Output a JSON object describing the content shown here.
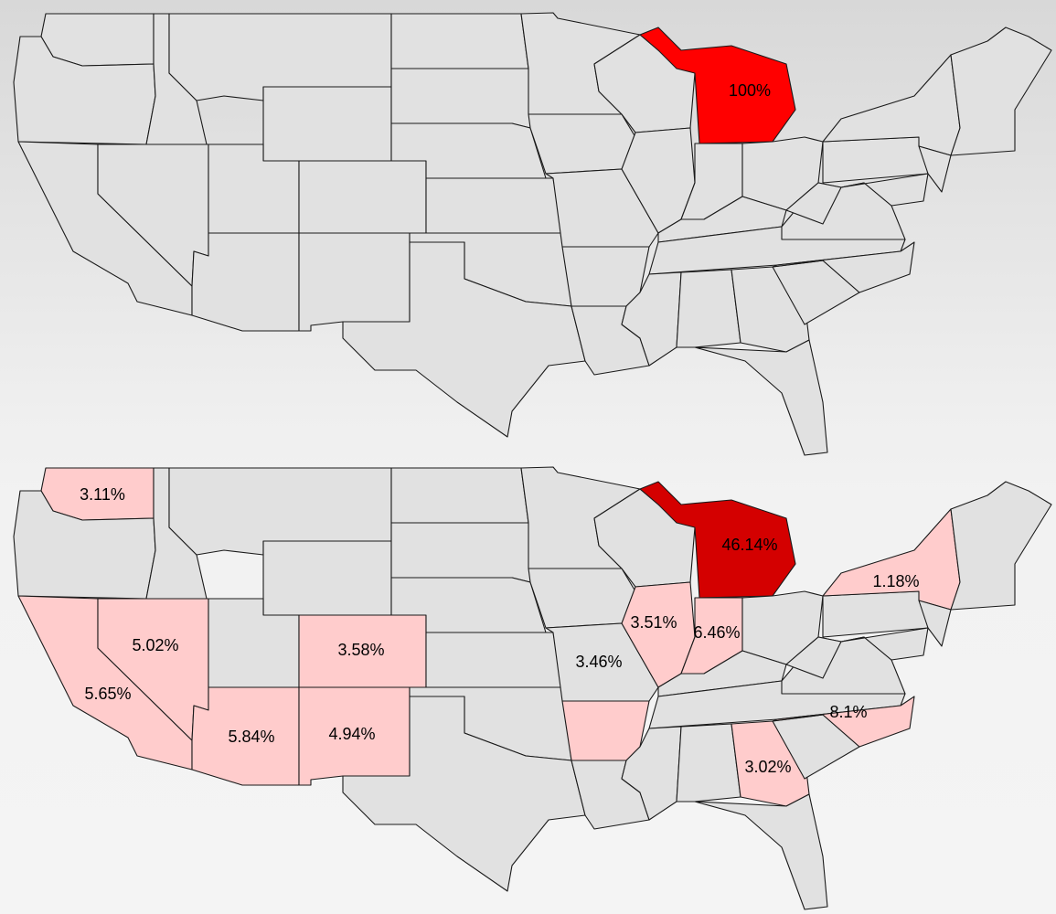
{
  "maps": [
    {
      "id": "top",
      "regions": [
        {
          "state": "Michigan",
          "label": "100%",
          "value": 100,
          "color": "#ff0000"
        }
      ]
    },
    {
      "id": "bottom",
      "regions": [
        {
          "state": "Michigan",
          "label": "46.14%",
          "value": 46.14,
          "color": "#d40000"
        },
        {
          "state": "North Carolina",
          "label": "8.1%",
          "value": 8.1,
          "color": "#ffcccc"
        },
        {
          "state": "Indiana",
          "label": "6.46%",
          "value": 6.46,
          "color": "#ffcccc"
        },
        {
          "state": "Arizona",
          "label": "5.84%",
          "value": 5.84,
          "color": "#ffcccc"
        },
        {
          "state": "California",
          "label": "5.65%",
          "value": 5.65,
          "color": "#ffcccc"
        },
        {
          "state": "Nevada",
          "label": "5.02%",
          "value": 5.02,
          "color": "#ffcccc"
        },
        {
          "state": "New Mexico",
          "label": "4.94%",
          "value": 4.94,
          "color": "#ffcccc"
        },
        {
          "state": "Colorado",
          "label": "3.58%",
          "value": 3.58,
          "color": "#ffcccc"
        },
        {
          "state": "Illinois",
          "label": "3.51%",
          "value": 3.51,
          "color": "#ffcccc"
        },
        {
          "state": "Arkansas",
          "label": "3.46%",
          "value": 3.46,
          "color": "#ffcccc"
        },
        {
          "state": "Washington",
          "label": "3.11%",
          "value": 3.11,
          "color": "#ffcccc"
        },
        {
          "state": "Georgia",
          "label": "3.02%",
          "value": 3.02,
          "color": "#ffcccc"
        },
        {
          "state": "New York",
          "label": "1.18%",
          "value": 1.18,
          "color": "#ffcccc"
        }
      ]
    }
  ]
}
